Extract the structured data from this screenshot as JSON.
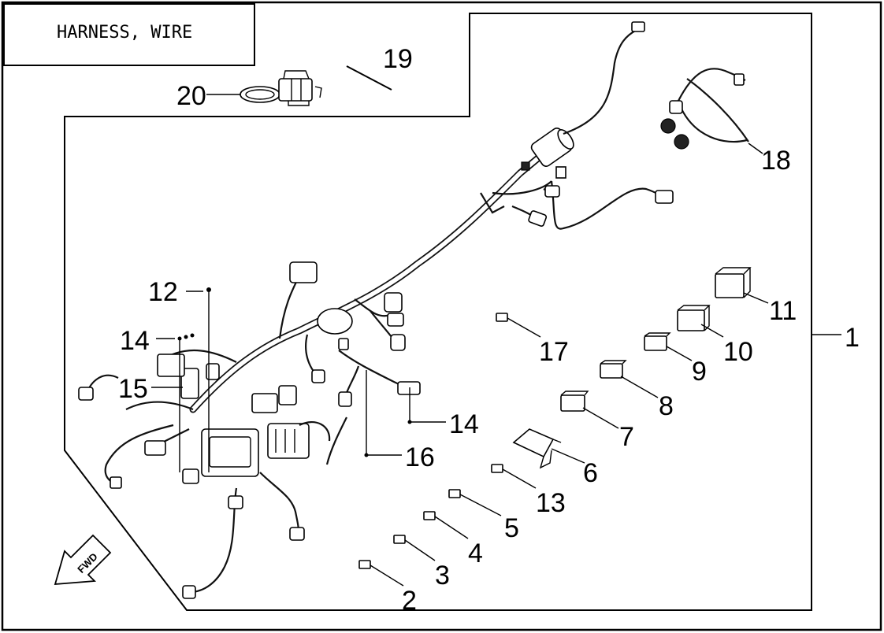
{
  "title": "HARNESS, WIRE",
  "direction_label": "FWD",
  "callouts": {
    "c1": "1",
    "c2": "2",
    "c3": "3",
    "c4": "4",
    "c5": "5",
    "c6": "6",
    "c7": "7",
    "c8": "8",
    "c9": "9",
    "c10": "10",
    "c11": "11",
    "c12": "12",
    "c13": "13",
    "c14a": "14",
    "c14b": "14",
    "c15": "15",
    "c16": "16",
    "c17": "17",
    "c18": "18",
    "c19": "19",
    "c20": "20"
  }
}
